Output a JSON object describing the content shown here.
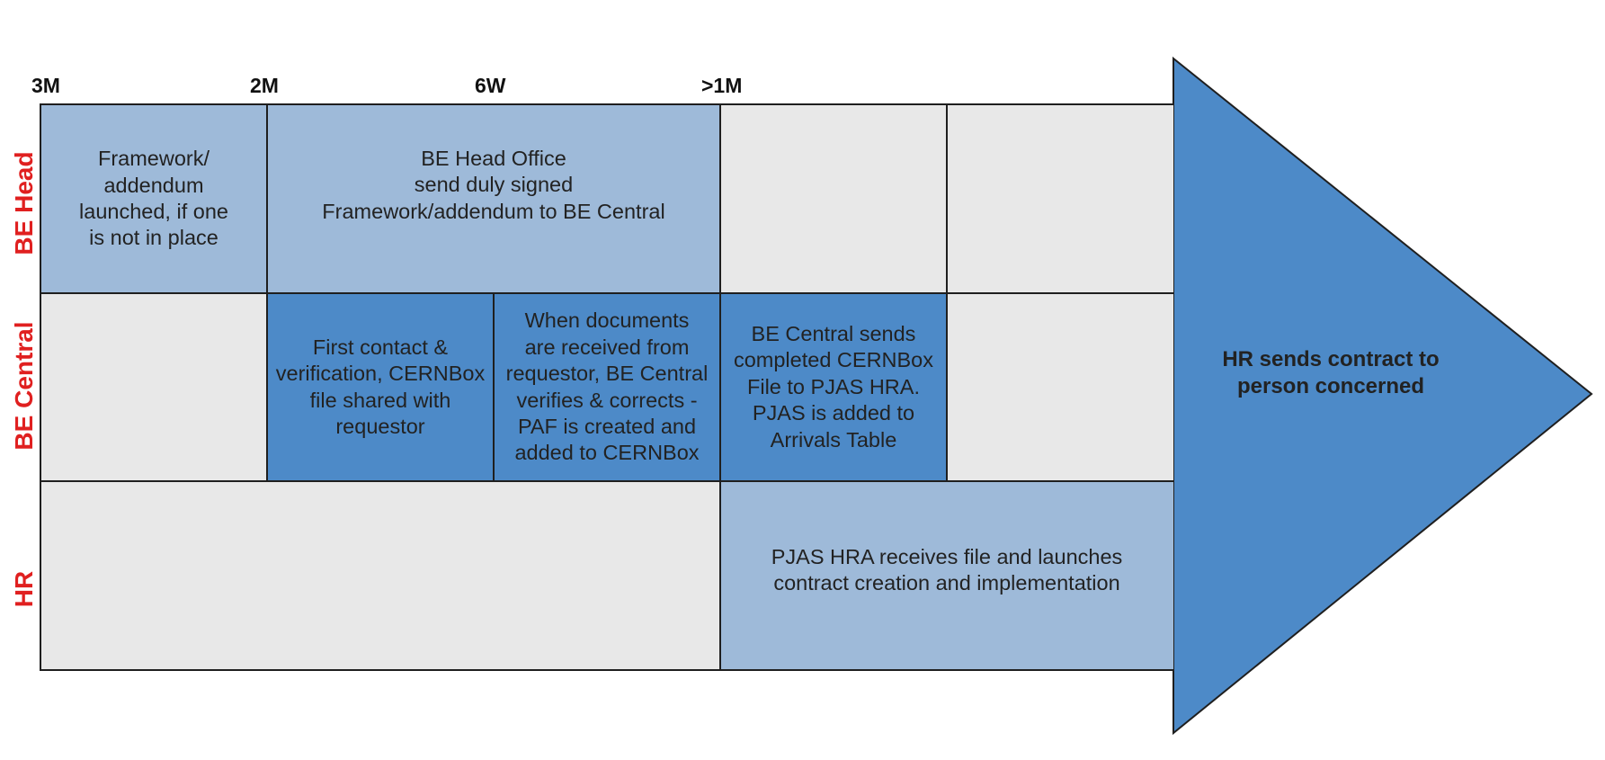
{
  "timeline": {
    "ticks": [
      "3M",
      "2M",
      "6W",
      ">1M"
    ]
  },
  "lanes": [
    "BE Head",
    "BE Central",
    "HR"
  ],
  "cells": {
    "be_head_framework": "Framework/\naddendum\nlaunched, if one\nis not in place",
    "be_head_office": "BE Head Office\nsend duly signed\nFramework/addendum to BE Central",
    "be_central_first_contact": "First contact &\nverification, CERNBox\nfile shared with\nrequestor",
    "be_central_documents": "When documents\nare received from\nrequestor, BE Central\nverifies & corrects -\nPAF is created and\nadded to CERNBox",
    "be_central_sends": "BE Central sends\ncompleted CERNBox\nFile to PJAS HRA.\nPJAS is added to\nArrivals Table",
    "hr_receives": "PJAS HRA receives file and launches\ncontract creation and implementation"
  },
  "arrow": {
    "label": "HR sends contract to\nperson concerned"
  },
  "colors": {
    "light": "#9ebad9",
    "dark": "#4d8ac8",
    "empty": "#e8e8e8",
    "lane_label": "#e02020"
  }
}
